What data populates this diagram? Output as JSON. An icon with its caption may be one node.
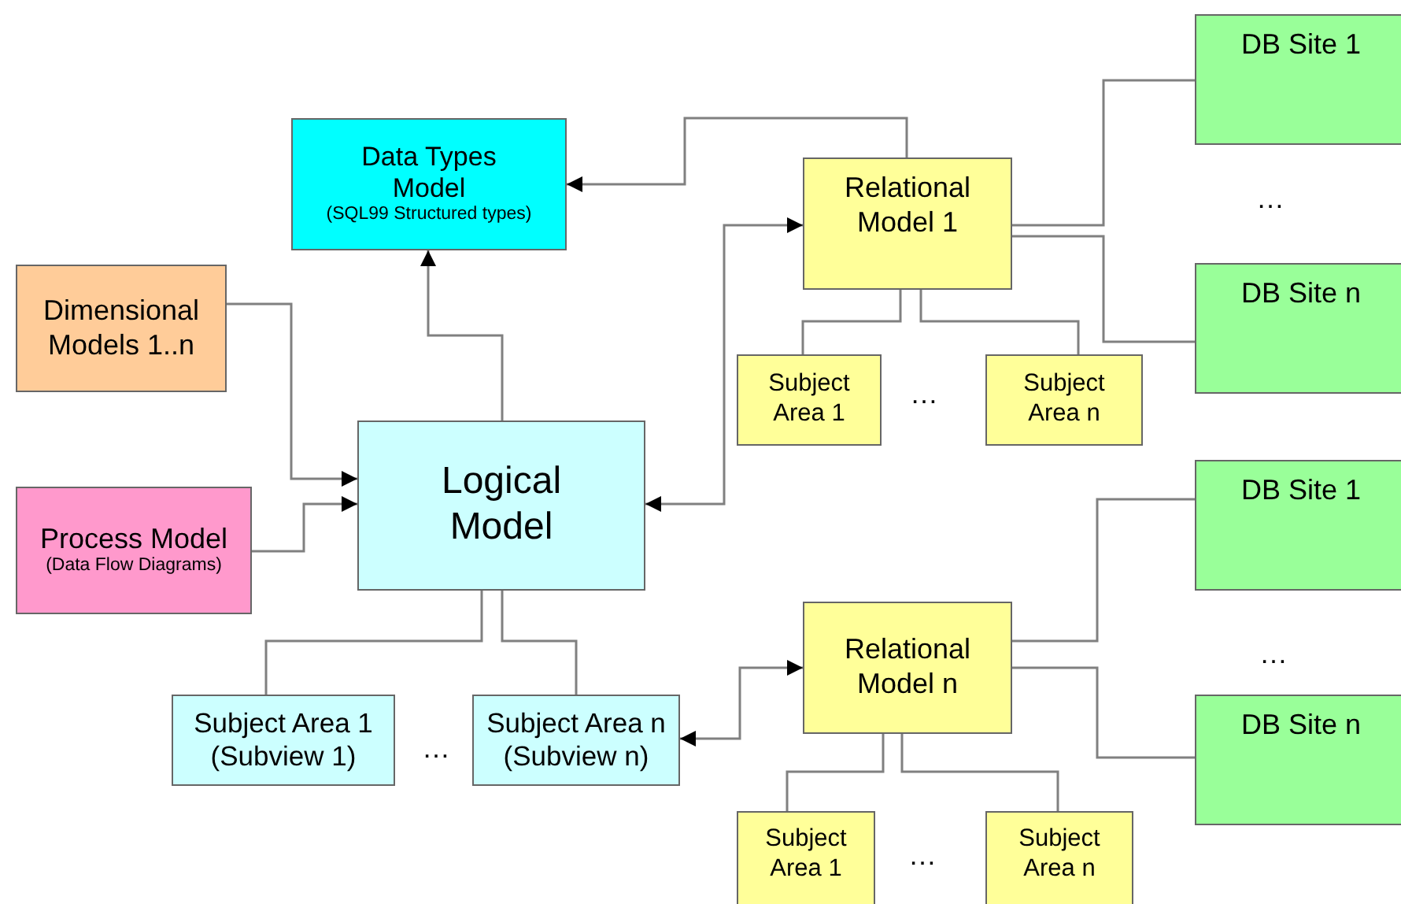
{
  "diagram": {
    "nodes": [
      {
        "text": [
          "Data Types Model",
          "(SQL99 Structured types)"
        ]
      },
      {
        "text": [
          "Dimensional Models 1..n"
        ]
      },
      {
        "text": [
          "Process Model",
          "(Data Flow Diagrams)"
        ]
      },
      {
        "text": [
          "Logical Model"
        ]
      },
      {
        "text": [
          "Subject Area 1 (Subview 1)"
        ]
      },
      {
        "text": [
          "Subject Area n (Subview n)"
        ]
      },
      {
        "text": [
          "Relational Model 1"
        ]
      },
      {
        "text": [
          "Subject Area 1"
        ]
      },
      {
        "text": [
          "Subject Area n"
        ]
      },
      {
        "text": [
          "Relational Model n"
        ]
      },
      {
        "text": [
          "Subject Area 1"
        ]
      },
      {
        "text": [
          "Subject Area n"
        ]
      },
      {
        "text": [
          "DB Site 1"
        ]
      },
      {
        "text": [
          "DB Site n"
        ]
      },
      {
        "text": [
          "DB Site 1"
        ]
      },
      {
        "text": [
          "DB Site n"
        ]
      }
    ],
    "edges": [
      {
        "from": 6,
        "to": 0,
        "arrow": "to"
      },
      {
        "from": 3,
        "to": 0,
        "arrow": "to"
      },
      {
        "from": 1,
        "to": 3,
        "arrow": "to"
      },
      {
        "from": 2,
        "to": 3,
        "arrow": "to"
      },
      {
        "from": 3,
        "to": 6,
        "arrow": "both"
      },
      {
        "from": 3,
        "to": 4,
        "arrow": "none"
      },
      {
        "from": 3,
        "to": 5,
        "arrow": "none"
      },
      {
        "from": 5,
        "to": 9,
        "arrow": "both"
      },
      {
        "from": 6,
        "to": 7,
        "arrow": "none"
      },
      {
        "from": 6,
        "to": 8,
        "arrow": "none"
      },
      {
        "from": 6,
        "to": 12,
        "arrow": "none"
      },
      {
        "from": 6,
        "to": 13,
        "arrow": "none"
      },
      {
        "from": 9,
        "to": 10,
        "arrow": "none"
      },
      {
        "from": 9,
        "to": 11,
        "arrow": "none"
      },
      {
        "from": 9,
        "to": 14,
        "arrow": "none"
      },
      {
        "from": 9,
        "to": 15,
        "arrow": "none"
      }
    ],
    "labels": [
      "…",
      "…",
      "…",
      "…",
      "…"
    ]
  }
}
